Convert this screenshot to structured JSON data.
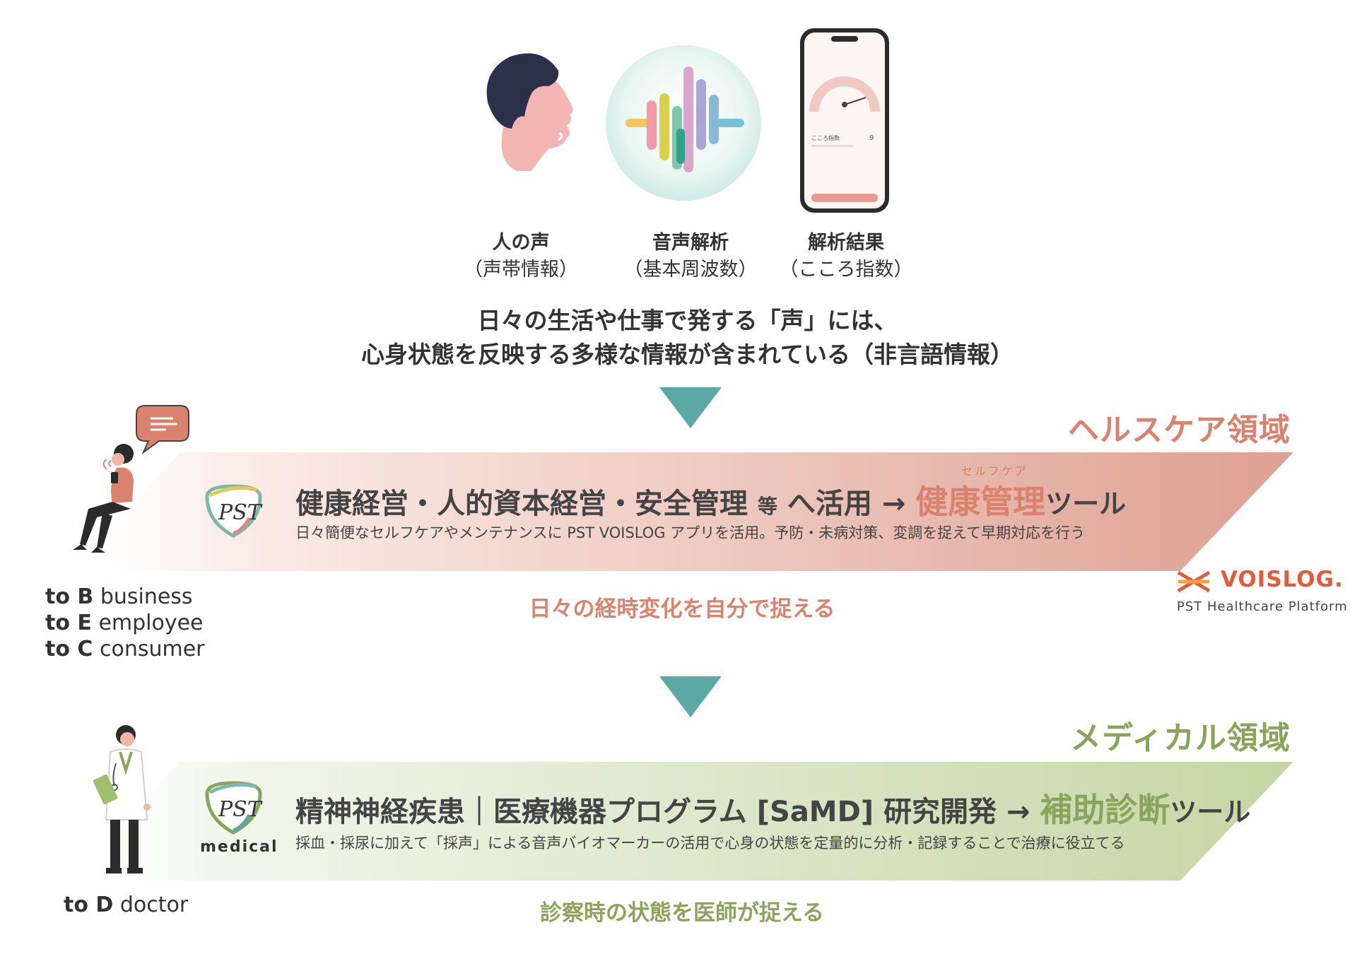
{
  "captions": [
    {
      "title": "人の声",
      "sub": "（声帯情報）"
    },
    {
      "title": "音声解析",
      "sub": "（基本周波数）"
    },
    {
      "title": "解析結果",
      "sub": "（こころ指数）"
    }
  ],
  "phone": {
    "index_label": "こころ指数",
    "index_value": "9"
  },
  "intro": {
    "line1": "日々の生活や仕事で発する「声」には、",
    "line2": "心身状態を反映する多様な情報が含まれている（非言語情報）"
  },
  "healthcare": {
    "zone_label": "ヘルスケア領域",
    "title_main": "健康経営・人的資本経営・安全管理",
    "title_small": "等",
    "title_rest": "へ活用 →",
    "title_highlight": "健康管理",
    "title_suffix": "ツール",
    "ruby": "セルフケア",
    "subtitle": "日々簡便なセルフケアやメンテナンスに PST VOISLOG アプリを活用。予防・未病対策、変調を捉えて早期対応を行う",
    "note": "日々の経時変化を自分で捉える",
    "audience": [
      {
        "key": "to B",
        "word": "business"
      },
      {
        "key": "to E",
        "word": "employee"
      },
      {
        "key": "to C",
        "word": "consumer"
      }
    ]
  },
  "medical": {
    "zone_label": "メディカル領域",
    "title_main": "精神神経疾患｜医療機器プログラム [SaMD] 研究開発 →",
    "title_highlight": "補助診断",
    "title_suffix": "ツール",
    "subtitle": "採血・採尿に加えて「採声」による音声バイオマーカーの活用で心身の状態を定量的に分析・記録することで治療に役立てる",
    "note": "診察時の状態を医師が捉える",
    "medical_word": "medical",
    "audience": [
      {
        "key": "to D",
        "word": "doctor"
      }
    ]
  },
  "voislog": {
    "name": "VOISLOG.",
    "sub": "PST Healthcare Platform"
  },
  "colors": {
    "teal": "#5ba9a5",
    "healthcare": "#d9826d",
    "medical": "#8aa45c",
    "voislog": "#e05c3c"
  }
}
